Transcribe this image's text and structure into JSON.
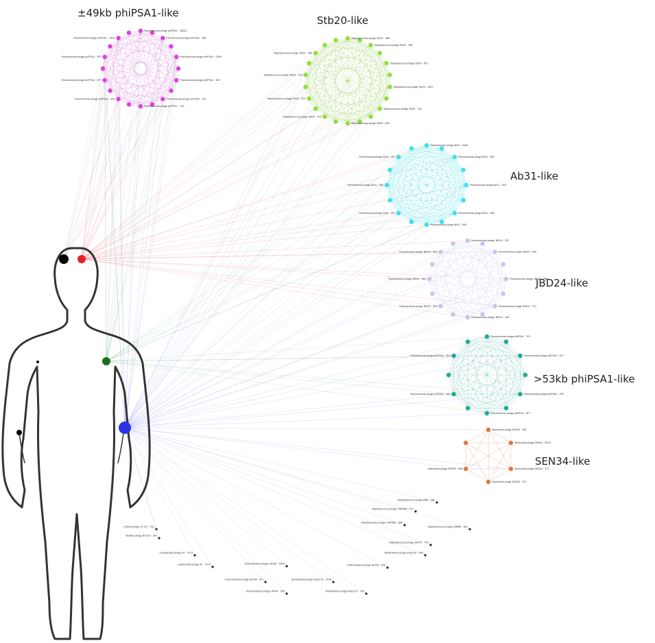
{
  "figure": {
    "clusters": [
      {
        "id": "phipsa1_49",
        "title": "±49kb phiPSA1-like",
        "color": "#e040e0",
        "edge_color": "#d060d0",
        "node_count": 20,
        "labels": [
          "Pseudomonas phage phiPSA1 · 16A01",
          "Pseudomonas phage phiPSA1 · 3B4",
          "Pseudomonas phage phiPSA1 · 2A05",
          "Pseudomonas phage phiPSA1 · 3B7",
          "Pseudomonas phage phiPSA1 · 9F1",
          "Pseudomonas phage phiPSA1 · 7A3",
          "Pseudomonas phage phiPSA1 · 5A0",
          "Pseudomonas phage phiPSA1 · 8F7",
          "Pseudomonas phage phiPSA1 · 9F3",
          "Pseudomonas phage phiPSA1 · 1A03"
        ]
      },
      {
        "id": "stb20",
        "title": "Stb20-like",
        "color": "#8ee03a",
        "edge_color": "#7cc830",
        "node_count": 22,
        "labels": [
          "Staphylococcus phage Stb20 · 3B9",
          "Staphylococcus phage Stb20 · 1B3",
          "Staphylococcus phage Stb20 · 5F1",
          "Staphylococcus phage Stb20 · 1A07",
          "Staphylococcus phage Stb20 · 7A1",
          "Staphylococcus phage Stb20 · 6F6",
          "Staphylococcus phage Stb20 · 7F5",
          "Staphylococcus phage Stb20 · 5F6",
          "Staphylococcus phage Stb20 · 2A3",
          "Staphylococcus phage Stb20 · 3A8"
        ]
      },
      {
        "id": "ab31",
        "title": "Ab31-like",
        "color": "#3de0e8",
        "edge_color": "#30d8e0",
        "node_count": 16,
        "labels": [
          "Pseudomonas phage Ab31 · 1A4A",
          "Pseudomonas phage Ab31 · 5B2",
          "Pseudomonas phage Ab31 · 2A9",
          "Pseudomonas phage Ab31 · 3A8",
          "Pseudomonas phage Ab31 · 1B8",
          "Pseudomonas phage Ab31 · 9F3",
          "Pseudomonas phage Ab31 · 5B2",
          "Pseudomonas phage Ab31 · 3F4"
        ]
      },
      {
        "id": "jbd24",
        "title": "JBD24-like",
        "color": "#c8c4ee",
        "edge_color": "#b8b4e4",
        "node_count": 16,
        "labels": [
          "Pseudomonas phage JBD24 · 3F1",
          "Pseudomonas phage JBD24 · 5A8",
          "Pseudomonas phage JBD24 · 2B0",
          "Pseudomonas phage JBD24 · 7F4",
          "Pseudomonas phage JBD24 · 1A0",
          "Pseudomonas phage JBD24 · 3F3",
          "Pseudomonas phage JBD24 · 5B1",
          "Pseudomonas phage JBD24 · 9F5"
        ]
      },
      {
        "id": "phipsa1_53",
        "title": ">53kb phiPSA1-like",
        "color": "#20a898",
        "edge_color": "#20a090",
        "node_count": 12,
        "labels": [
          "Pseudomonas phage phiPSA1 · 7F4",
          "Pseudomonas phage phiPSA1 · 6F7",
          "Pseudomonas phage phiPSA1 · 9F5",
          "Pseudomonas phage phiPSA1 · 8F7",
          "Pseudomonas phage phiPSA1 · 5A2",
          "Pseudomonas phage phiPSA1 · 3F8"
        ]
      },
      {
        "id": "sen34",
        "title": "SEN34-like",
        "color": "#e07a3a",
        "edge_color": "#c85a20",
        "node_count": 6,
        "labels": [
          "Salmonella phage SEN34 · 1B1",
          "Salmonella phage SEN34 · 5G10",
          "Salmonella phage SEN34 · 7F1",
          "Salmonella phage SEN34 · 7F4",
          "Salmonella phage SEN34 · 5A8"
        ]
      }
    ],
    "body_sites": [
      {
        "id": "head-left",
        "color": "#000000"
      },
      {
        "id": "head-right",
        "color": "#e8202a"
      },
      {
        "id": "chest",
        "color": "#1e6e1e"
      },
      {
        "id": "torso-side",
        "color": "#2a32e8"
      },
      {
        "id": "shoulder",
        "color": "#000000"
      },
      {
        "id": "hand",
        "color": "#000000"
      }
    ],
    "scattered_phages": [
      "Staphylococcus phage phiM · 3B0",
      "Staphylococcus phage CNPH82 · TF7",
      "Staphylococcus phage CNPH82 · 5A4",
      "Staphylococcus phage phiM80 · 3E1",
      "Staphylococcus phage phiP97 · TF3",
      "Burkholderia phage Bcep176 · 9A3",
      "Listeria phage LP-101 · 7E1",
      "Bacillus phage BCD23 · 3F3",
      "Lactobacillus phage A2 · TF13",
      "Lactobacillus phage A2 · TF14",
      "Enterobacteria phage HK446 · TB14",
      "Enterobacteria phage HK446 · 9F1",
      "Enterobacteria phage HK446 · 2A9",
      "Burkholderia phage Bcep176 · TF34",
      "Burkholderia phage Bcep176 · 7E5",
      "Enterobacteria phage HK446 · 3F6"
    ]
  }
}
